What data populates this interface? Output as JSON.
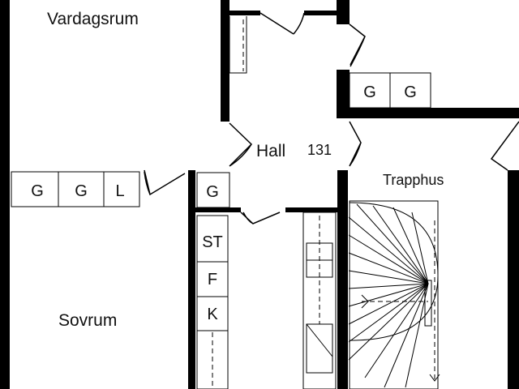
{
  "rooms": {
    "living": "Vardagsrum",
    "hall": "Hall",
    "hall_area": "131",
    "stair": "Trapphus",
    "bedroom": "Sovrum"
  },
  "cabinets": {
    "top_right": [
      "G",
      "G"
    ],
    "left_row": [
      "G",
      "G",
      "L"
    ],
    "center": "G",
    "column": [
      "ST",
      "F",
      "K"
    ]
  }
}
